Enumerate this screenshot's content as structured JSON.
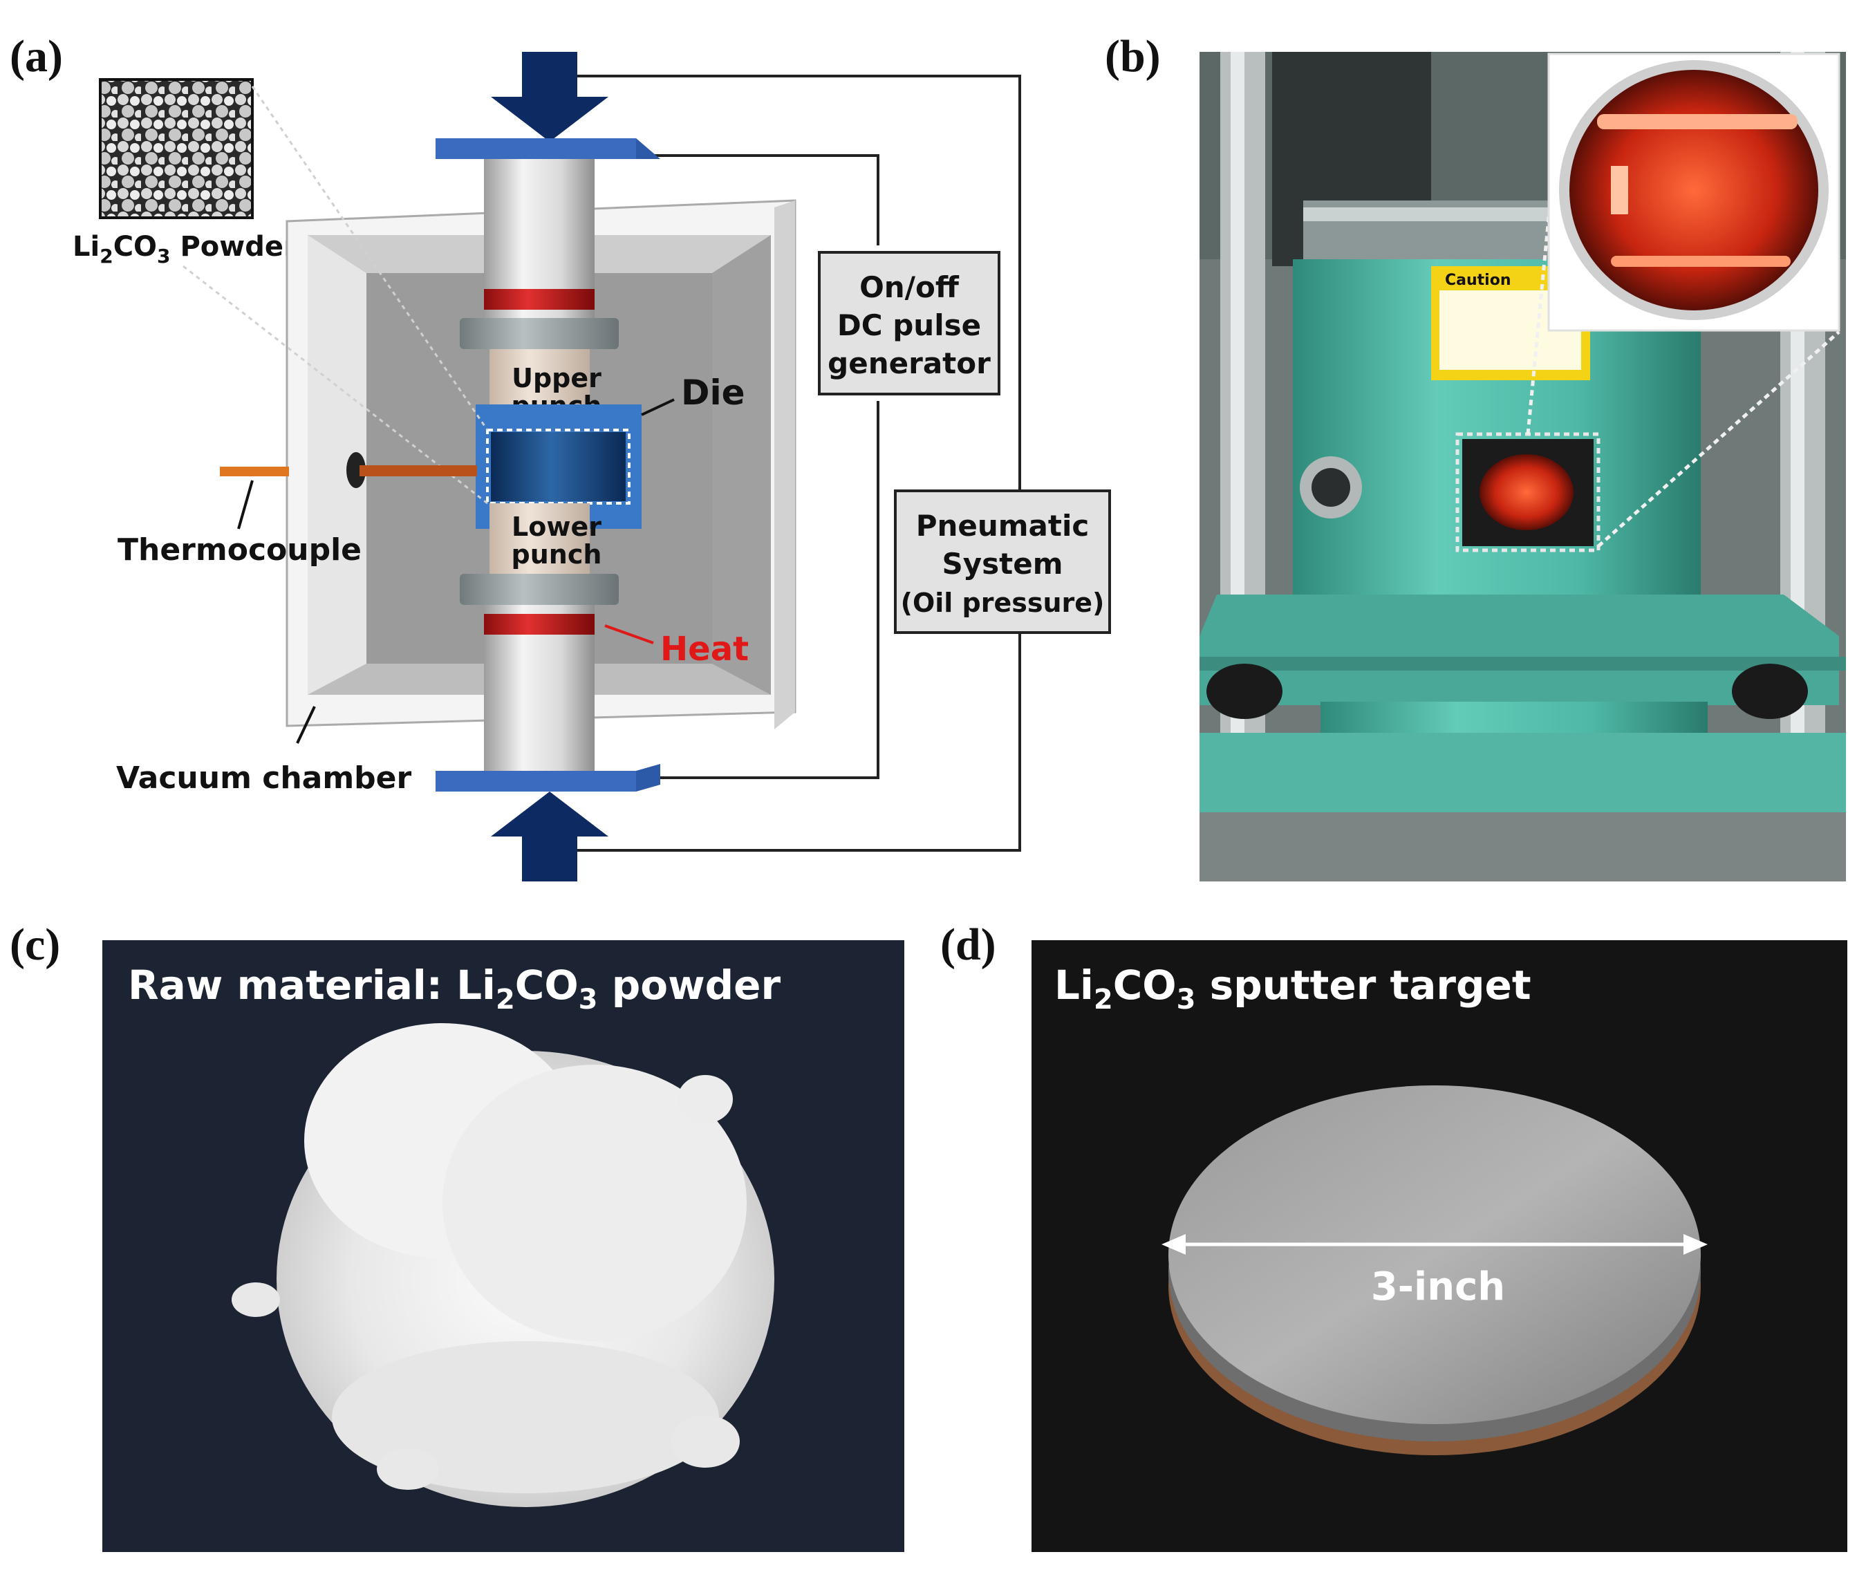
{
  "panels": {
    "a": {
      "tag": "(a)",
      "powder_label": {
        "main": "Li",
        "sub1": "2",
        "mid": "CO",
        "sub2": "3",
        "tail": " Powder"
      },
      "upper_punch": [
        "Upper",
        "punch"
      ],
      "lower_punch": [
        "Lower",
        "punch"
      ],
      "die": "Die",
      "thermocouple": "Thermocouple",
      "heat": "Heat",
      "vacuum_chamber": "Vacuum chamber",
      "pulse_generator": [
        "On/off",
        "DC pulse",
        "generator"
      ],
      "pneumatic": [
        "Pneumatic",
        "System",
        "(Oil pressure)"
      ]
    },
    "b": {
      "tag": "(b)",
      "caution": "Caution"
    },
    "c": {
      "tag": "(c)",
      "caption": {
        "pre": "Raw material: Li",
        "sub1": "2",
        "mid": "CO",
        "sub2": "3",
        "tail": " powder"
      }
    },
    "d": {
      "tag": "(d)",
      "caption": {
        "main": "Li",
        "sub1": "2",
        "mid": "CO",
        "sub2": "3",
        "tail": " sputter target"
      },
      "diameter": "3-inch"
    }
  },
  "colors": {
    "press_blue": "#0d2a63",
    "plate_blue": "#2d5aa8",
    "die_blue": "#3a78c8",
    "heat_red": "#e01818",
    "thermocouple_orange": "#e0761f",
    "machine_teal": "#4fb8a6"
  }
}
